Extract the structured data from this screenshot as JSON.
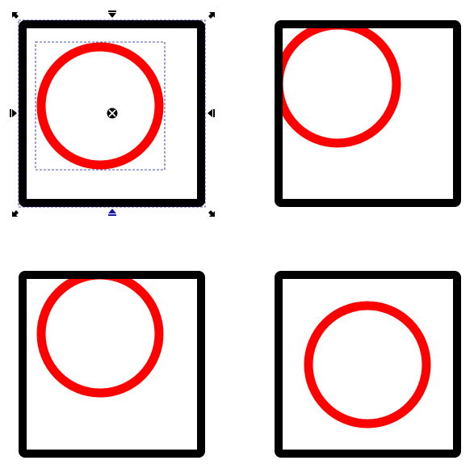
{
  "palette": {
    "frame_color": "#000000",
    "circle_color": "#ff0000",
    "handle_color": "#000000",
    "bbox_dash_color": "#1a1aa8",
    "rotation_center_color": "#000000",
    "background": "#ffffff"
  },
  "panels": [
    {
      "name": "panel-top-left",
      "selected": true,
      "circle_position": "centered-upper",
      "circle_clipped_by_frame": false
    },
    {
      "name": "panel-top-right",
      "selected": false,
      "circle_position": "upper-left-corner",
      "circle_clipped_by_frame": true
    },
    {
      "name": "panel-bottom-left",
      "selected": false,
      "circle_position": "top-edge",
      "circle_clipped_by_frame": true
    },
    {
      "name": "panel-bottom-right",
      "selected": false,
      "circle_position": "centered",
      "circle_clipped_by_frame": false
    }
  ],
  "selection_tool": {
    "handles": [
      "scale-handle-nw",
      "scale-handle-n",
      "scale-handle-ne",
      "scale-handle-w",
      "scale-handle-e",
      "scale-handle-sw",
      "scale-handle-s",
      "scale-handle-se"
    ],
    "rotation_center_icon": "rotation-center-icon"
  }
}
